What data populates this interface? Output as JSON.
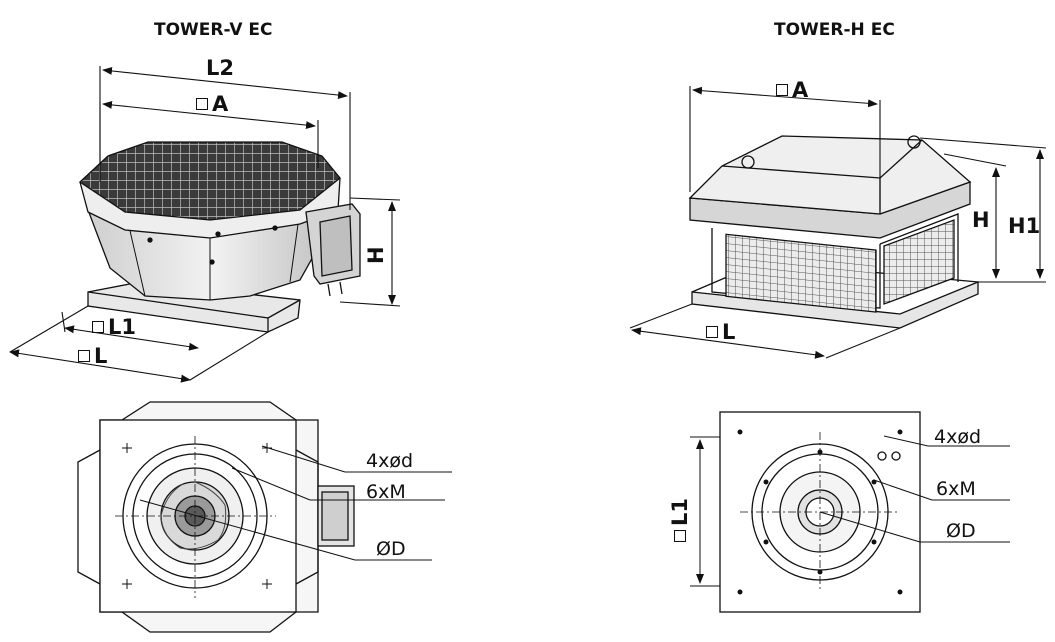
{
  "titles": {
    "left": "TOWER-V EC",
    "right": "TOWER-H EC"
  },
  "left_view": {
    "dims": {
      "l2": "L2",
      "a": "A",
      "h": "H",
      "l1": "L1",
      "l": "L"
    },
    "callouts": {
      "holes": "4xød",
      "screws": "6xM",
      "diameter": "ØD"
    }
  },
  "right_view": {
    "dims": {
      "a": "A",
      "h": "H",
      "h1": "H1",
      "l": "L",
      "l1": "L1"
    },
    "callouts": {
      "holes": "4xød",
      "screws": "6xM",
      "diameter": "ØD"
    }
  },
  "colors": {
    "line": "#111111",
    "grille": "#2a2a2a",
    "housing": "#d9d9d9",
    "mesh": "#555555"
  }
}
